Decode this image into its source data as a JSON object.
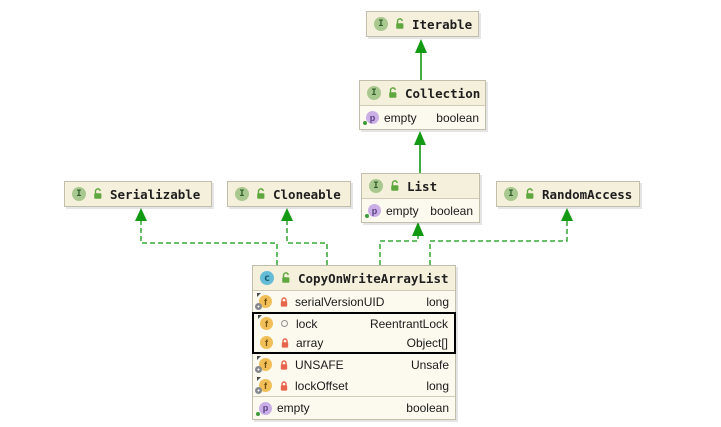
{
  "diagram": {
    "title": "CopyOnWriteArrayList type hierarchy",
    "colors": {
      "edge_green": "#129A12",
      "node_header_bg": "#F5F0DB",
      "node_body_bg": "#FCFAEE",
      "selection_border": "#000000",
      "private_lock": "#E6654C",
      "public_lock": "#5FA73F"
    },
    "icons": {
      "interface_letter": "I",
      "class_letter": "c",
      "field_letter": "f",
      "property_letter": "p",
      "public-lock-icon": "open-padlock",
      "private-lock-icon": "closed-padlock",
      "package-private-icon": "gray-circle-outline",
      "static-mark-icon": "small-gear",
      "final-mark-icon": "dark-wedge"
    },
    "nodes": {
      "iterable": {
        "name": "Iterable",
        "kind": "interface",
        "visibility": "public"
      },
      "collection": {
        "name": "Collection",
        "kind": "interface",
        "visibility": "public",
        "properties": [
          {
            "name": "empty",
            "type": "boolean",
            "visibility": "public"
          }
        ]
      },
      "list": {
        "name": "List",
        "kind": "interface",
        "visibility": "public",
        "properties": [
          {
            "name": "empty",
            "type": "boolean",
            "visibility": "public"
          }
        ]
      },
      "serializable": {
        "name": "Serializable",
        "kind": "interface",
        "visibility": "public"
      },
      "cloneable": {
        "name": "Cloneable",
        "kind": "interface",
        "visibility": "public"
      },
      "randomaccess": {
        "name": "RandomAccess",
        "kind": "interface",
        "visibility": "public"
      },
      "cowal": {
        "name": "CopyOnWriteArrayList",
        "kind": "class",
        "visibility": "public",
        "fields": [
          {
            "name": "serialVersionUID",
            "type": "long",
            "visibility": "private",
            "static": true,
            "final": true,
            "selected": false
          },
          {
            "name": "lock",
            "type": "ReentrantLock",
            "visibility": "package-private",
            "static": false,
            "final": true,
            "selected": true
          },
          {
            "name": "array",
            "type": "Object[]",
            "visibility": "private",
            "static": false,
            "final": false,
            "selected": true
          },
          {
            "name": "UNSAFE",
            "type": "Unsafe",
            "visibility": "private",
            "static": true,
            "final": true,
            "selected": false
          },
          {
            "name": "lockOffset",
            "type": "long",
            "visibility": "private",
            "static": true,
            "final": true,
            "selected": false
          }
        ],
        "properties": [
          {
            "name": "empty",
            "type": "boolean",
            "visibility": "public"
          }
        ]
      }
    },
    "edges": [
      {
        "from": "Collection",
        "to": "Iterable",
        "type": "extends",
        "style": "solid-green"
      },
      {
        "from": "List",
        "to": "Collection",
        "type": "extends",
        "style": "solid-green"
      },
      {
        "from": "CopyOnWriteArrayList",
        "to": "Serializable",
        "type": "implements",
        "style": "dashed-green"
      },
      {
        "from": "CopyOnWriteArrayList",
        "to": "Cloneable",
        "type": "implements",
        "style": "dashed-green"
      },
      {
        "from": "CopyOnWriteArrayList",
        "to": "List",
        "type": "implements",
        "style": "dashed-green"
      },
      {
        "from": "CopyOnWriteArrayList",
        "to": "RandomAccess",
        "type": "implements",
        "style": "dashed-green"
      }
    ]
  }
}
